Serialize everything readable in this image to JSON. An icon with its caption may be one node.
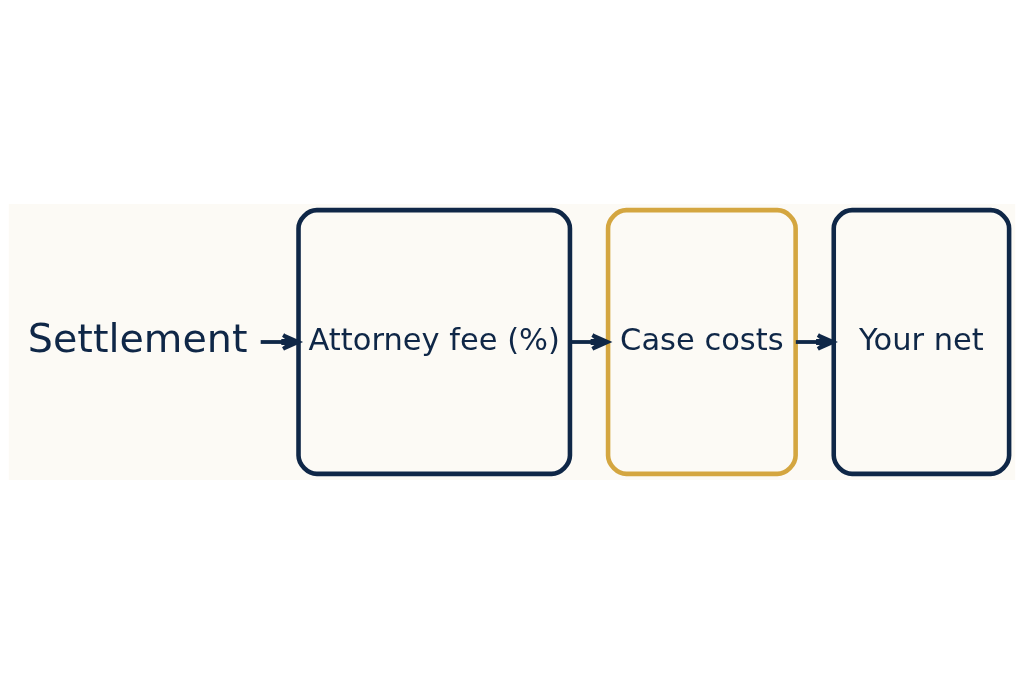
{
  "diagram": {
    "nodes": [
      {
        "text": [
          "Settlement"
        ]
      },
      {
        "text": [
          "Attorney fee (%)"
        ]
      },
      {
        "text": [
          "Case costs"
        ]
      },
      {
        "text": [
          "Your net"
        ]
      }
    ],
    "edges": [
      {
        "from": 0,
        "to": 1,
        "arrow": "to"
      },
      {
        "from": 1,
        "to": 2,
        "arrow": "to"
      },
      {
        "from": 2,
        "to": 3,
        "arrow": "to"
      }
    ]
  }
}
